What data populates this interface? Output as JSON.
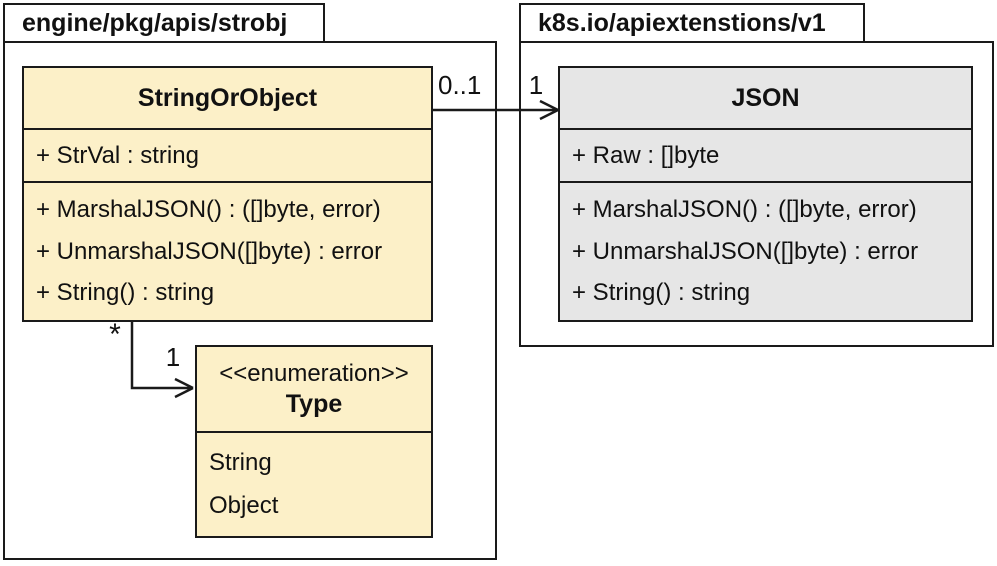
{
  "diagram": {
    "packages": {
      "left": {
        "label": "engine/pkg/apis/strobj"
      },
      "right": {
        "label": "k8s.io/apiextenstions/v1"
      }
    },
    "classes": {
      "string_or_object": {
        "name": "StringOrObject",
        "attributes": [
          "+ StrVal : string"
        ],
        "methods": [
          "+ MarshalJSON() : ([]byte, error)",
          "+ UnmarshalJSON([]byte) : error",
          "+ String() : string"
        ]
      },
      "json": {
        "name": "JSON",
        "attributes": [
          "+ Raw : []byte"
        ],
        "methods": [
          "+ MarshalJSON() : ([]byte, error)",
          "+ UnmarshalJSON([]byte) : error",
          "+ String() : string"
        ]
      },
      "type_enum": {
        "stereotype": "<<enumeration>>",
        "name": "Type",
        "values": [
          "String",
          "Object"
        ]
      }
    },
    "associations": {
      "soo_to_json": {
        "source_multiplicity": "0..1",
        "target_multiplicity": "1"
      },
      "soo_to_type": {
        "source_multiplicity": "*",
        "target_multiplicity": "1"
      }
    },
    "colors": {
      "class_fill": "#FCF0C8",
      "json_fill": "#E6E6E6",
      "line": "#1A1A1A",
      "background": "#FFFFFF"
    }
  }
}
